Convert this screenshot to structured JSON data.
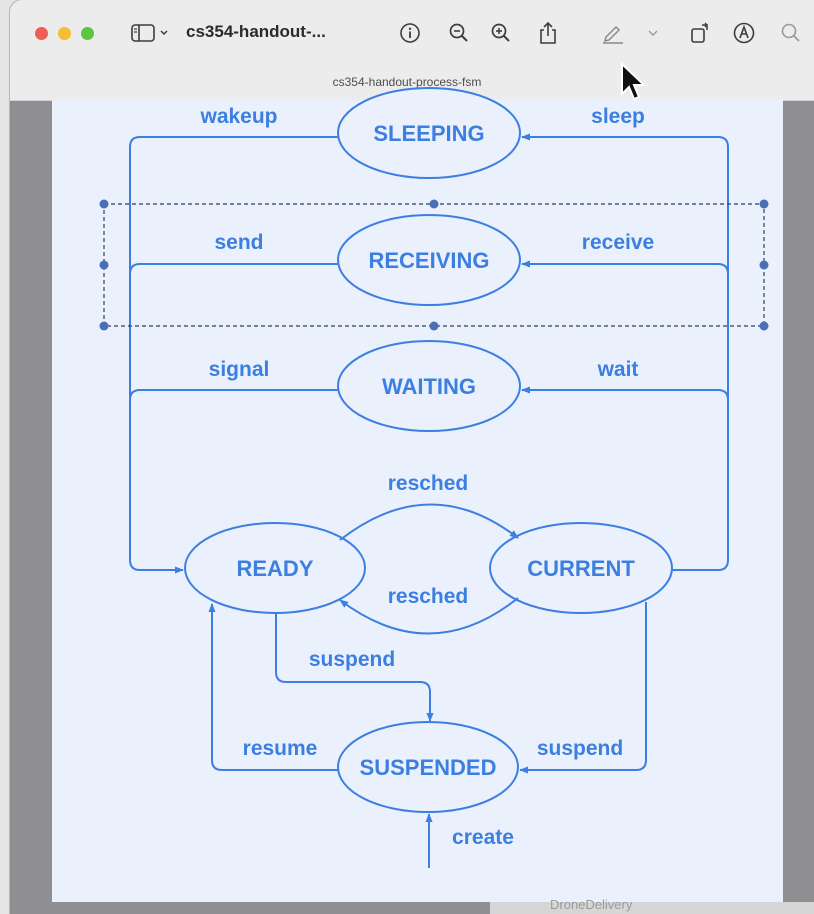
{
  "window": {
    "title": "cs354-handout-...",
    "subtitle": "cs354-handout-process-fsm"
  },
  "toolbar": {
    "sidebar_icon": "sidebar-icon",
    "info_icon": "info-icon",
    "zoom_out_icon": "zoom-out-icon",
    "zoom_in_icon": "zoom-in-icon",
    "share_icon": "share-icon",
    "highlight_icon": "pencil-icon",
    "rotate_icon": "rotate-icon",
    "markup_icon": "markup-icon",
    "search_icon": "search-icon"
  },
  "states": {
    "sleeping": "SLEEPING",
    "receiving": "RECEIVING",
    "waiting": "WAITING",
    "ready": "READY",
    "current": "CURRENT",
    "suspended": "SUSPENDED"
  },
  "transitions": {
    "wakeup": "wakeup",
    "sleep": "sleep",
    "send": "send",
    "receive": "receive",
    "signal": "signal",
    "wait": "wait",
    "resched_top": "resched",
    "resched_bottom": "resched",
    "suspend_ready": "suspend",
    "suspend_current": "suspend",
    "resume": "resume",
    "create": "create"
  },
  "background_item": "DroneDelivery",
  "colors": {
    "diagram": "#3c7fe0",
    "selection": "#4a6fb5",
    "page": "#eaf1fd"
  }
}
